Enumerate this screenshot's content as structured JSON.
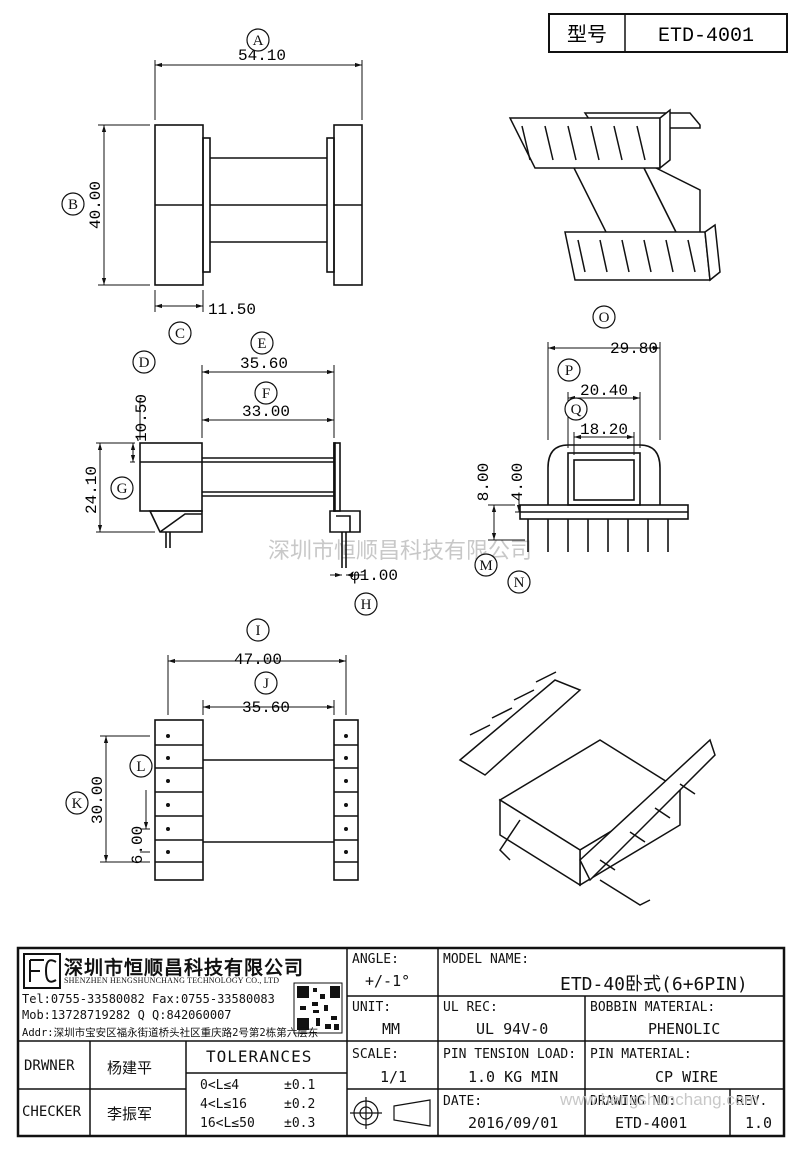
{
  "header": {
    "type_label": "型号",
    "model": "ETD-4001"
  },
  "dimensions": {
    "A": "54.10",
    "B": "40.00",
    "C": "11.50",
    "D": "10.50",
    "E": "35.60",
    "F": "33.00",
    "G": "24.10",
    "H": "φ1.00",
    "I": "47.00",
    "J": "35.60",
    "K": "30.00",
    "L": "6.00",
    "M": "8.00",
    "N": "4.00",
    "O": "29.80",
    "P": "20.40",
    "Q": "18.20"
  },
  "callouts": [
    "A",
    "B",
    "C",
    "D",
    "E",
    "F",
    "G",
    "H",
    "I",
    "J",
    "K",
    "L",
    "M",
    "N",
    "O",
    "P",
    "Q"
  ],
  "watermark": "深圳市恒顺昌科技有限公司",
  "company": {
    "name_cn": "深圳市恒顺昌科技有限公司",
    "name_en": "SHENZHEN HENGSHUNCHANG TECHNOLOGY CO., LTD",
    "tel": "Tel:0755-33580082 Fax:0755-33580083",
    "mob": "Mob:13728719282    Q  Q:842060007",
    "addr": "Addr:深圳市宝安区福永街道桥头社区重庆路2号第2栋第六层东"
  },
  "title_block": {
    "angle_label": "ANGLE:",
    "angle_value": "+/-1°",
    "model_name_label": "MODEL NAME:",
    "model_name_value": "ETD-40卧式(6+6PIN)",
    "unit_label": "UNIT:",
    "unit_value": "MM",
    "ul_rec_label": "UL REC:",
    "ul_rec_value": "UL 94V-0",
    "bobbin_material_label": "BOBBIN MATERIAL:",
    "bobbin_material_value": "PHENOLIC",
    "drawer_label": "DRWNER",
    "drawer_value": "杨建平",
    "tolerances_label": "TOLERANCES",
    "tol_rows": [
      {
        "range": "0<L≤4",
        "tol": "±0.1"
      },
      {
        "range": "4<L≤16",
        "tol": "±0.2"
      },
      {
        "range": "16<L≤50",
        "tol": "±0.3"
      }
    ],
    "scale_label": "SCALE:",
    "scale_value": "1/1",
    "pin_tension_label": "PIN TENSION LOAD:",
    "pin_tension_value": "1.0 KG MIN",
    "pin_material_label": "PIN MATERIAL:",
    "pin_material_value": "CP WIRE",
    "checker_label": "CHECKER",
    "checker_value": "李振军",
    "date_label": "DATE:",
    "date_value": "2016/09/01",
    "drawing_no_label": "DRAWING NO:",
    "drawing_no_value": "ETD-4001",
    "rev_label": "REV.",
    "rev_value": "1.0",
    "watermark_url": "www.hengshunchang.com"
  }
}
